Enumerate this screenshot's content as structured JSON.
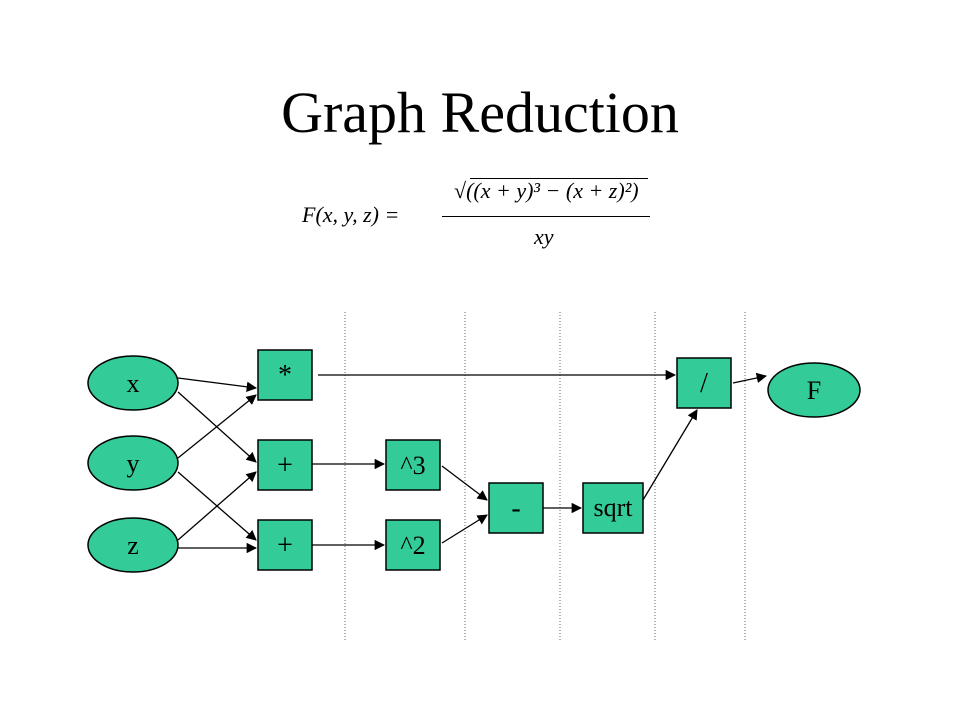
{
  "slide": {
    "title": "Graph Reduction"
  },
  "formula": {
    "lhs": "F(x, y, z) =",
    "numerator": "√((x + y)³ − (x + z)²)",
    "denominator": "xy"
  },
  "colors": {
    "node_fill": "#33cc99",
    "stroke": "#000000",
    "separator": "#999999",
    "background": "#ffffff"
  },
  "diagram": {
    "inputs": [
      {
        "id": "x",
        "label": "x"
      },
      {
        "id": "y",
        "label": "y"
      },
      {
        "id": "z",
        "label": "z"
      }
    ],
    "operators": [
      {
        "id": "mul",
        "label": "*"
      },
      {
        "id": "add1",
        "label": "+"
      },
      {
        "id": "add2",
        "label": "+"
      },
      {
        "id": "cube",
        "label": "^3"
      },
      {
        "id": "square",
        "label": "^2"
      },
      {
        "id": "sub",
        "label": "-"
      },
      {
        "id": "sqrt",
        "label": "sqrt"
      },
      {
        "id": "div",
        "label": "/"
      }
    ],
    "output": {
      "id": "F",
      "label": "F"
    },
    "edges": [
      [
        "x",
        "mul"
      ],
      [
        "x",
        "add1"
      ],
      [
        "y",
        "mul"
      ],
      [
        "y",
        "add2"
      ],
      [
        "z",
        "add1"
      ],
      [
        "z",
        "add2"
      ],
      [
        "add1",
        "cube"
      ],
      [
        "add2",
        "square"
      ],
      [
        "cube",
        "sub"
      ],
      [
        "square",
        "sub"
      ],
      [
        "sub",
        "sqrt"
      ],
      [
        "sqrt",
        "div"
      ],
      [
        "mul",
        "div"
      ],
      [
        "div",
        "F"
      ]
    ]
  }
}
